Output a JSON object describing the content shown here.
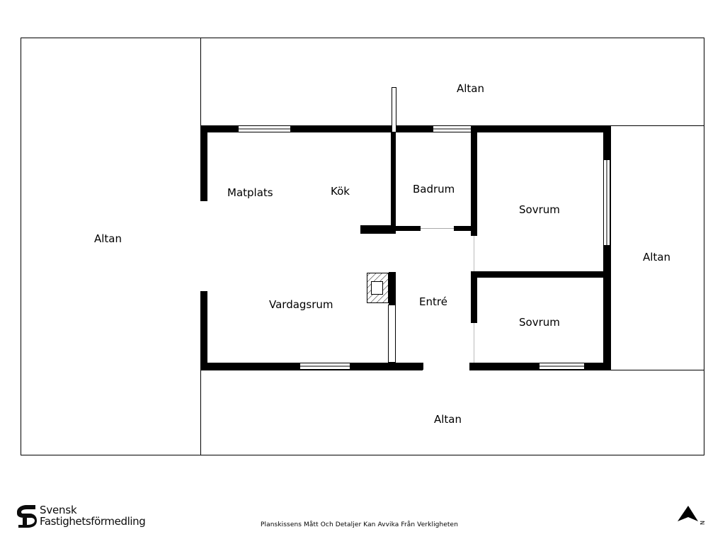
{
  "rooms": {
    "altan_top": "Altan",
    "altan_left": "Altan",
    "altan_right": "Altan",
    "altan_bottom": "Altan",
    "matplats": "Matplats",
    "kok": "Kök",
    "badrum": "Badrum",
    "sovrum_upper": "Sovrum",
    "sovrum_lower": "Sovrum",
    "vardagsrum": "Vardagsrum",
    "entre": "Entré"
  },
  "brand": {
    "line1": "Svensk",
    "line2": "Fastighetsförmedling",
    "logo_icon": "sf-logo-icon"
  },
  "footer": {
    "disclaimer": "Planskissens Mått Och Detaljer Kan Avvika Från Verkligheten"
  },
  "compass": {
    "label": "N",
    "icon": "north-arrow-icon"
  }
}
